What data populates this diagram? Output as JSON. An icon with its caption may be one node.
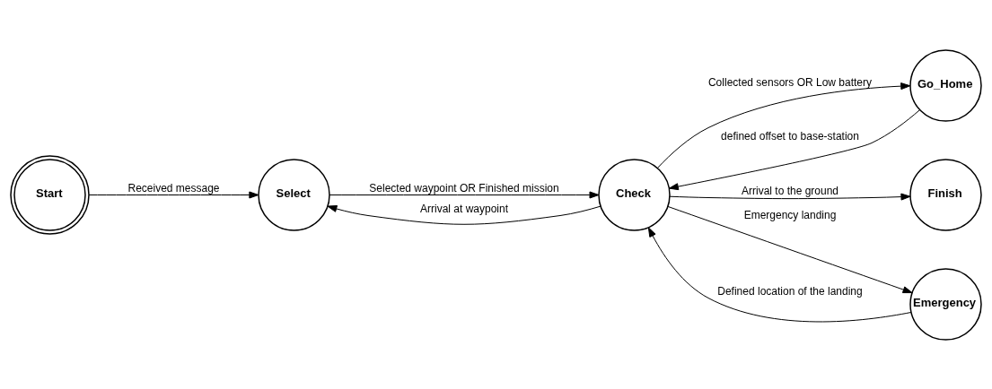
{
  "diagram": {
    "nodes": [
      {
        "text": [
          "Start"
        ]
      },
      {
        "text": [
          "Select"
        ]
      },
      {
        "text": [
          "Check"
        ]
      },
      {
        "text": [
          "Go_Home"
        ]
      },
      {
        "text": [
          "Finish"
        ]
      },
      {
        "text": [
          "Emergency"
        ]
      }
    ],
    "edges": [
      {
        "from": 0,
        "to": 1,
        "arrow": "to",
        "label": "Received message"
      },
      {
        "from": 1,
        "to": 2,
        "arrow": "to",
        "label": "Selected waypoint OR Finished mission"
      },
      {
        "from": 2,
        "to": 1,
        "arrow": "to",
        "label": "Arrival at waypoint"
      },
      {
        "from": 2,
        "to": 3,
        "arrow": "to",
        "label": "Collected sensors OR Low battery"
      },
      {
        "from": 3,
        "to": 2,
        "arrow": "to",
        "label": "defined offset to base-station"
      },
      {
        "from": 2,
        "to": 4,
        "arrow": "to",
        "label": "Arrival to the ground"
      },
      {
        "from": 2,
        "to": 5,
        "arrow": "to",
        "label": "Emergency landing"
      },
      {
        "from": 5,
        "to": 2,
        "arrow": "to",
        "label": "Defined location of the landing"
      }
    ]
  }
}
